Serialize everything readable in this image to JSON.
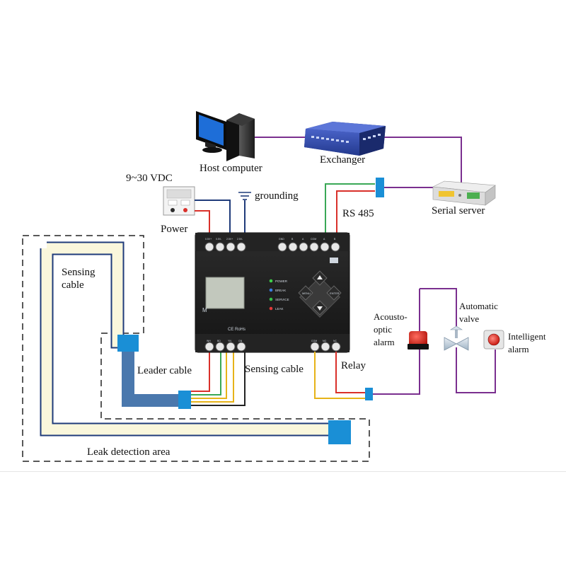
{
  "labels": {
    "host_computer": "Host computer",
    "exchanger": "Exchanger",
    "serial_server": "Serial server",
    "voltage": "9~30 VDC",
    "power": "Power",
    "grounding": "grounding",
    "rs485": "RS 485",
    "sensing_cable_left_1": "Sensing",
    "sensing_cable_left_2": "cable",
    "leader_cable": "Leader cable",
    "sensing_cable": "Sensing cable",
    "relay": "Relay",
    "acousto_1": "Acousto-",
    "acousto_2": "optic",
    "acousto_3": "alarm",
    "valve_1": "Automatic",
    "valve_2": "valve",
    "intelligent_1": "Intelligent",
    "intelligent_2": "alarm",
    "leak_area": "Leak detection area"
  },
  "device": {
    "model_letter": "M",
    "ce_mark": "CE RoHs",
    "leds": [
      "POWER",
      "BREAK",
      "SERVICE",
      "LEAK"
    ],
    "led_colors": [
      "#3ecf4a",
      "#3a7be0",
      "#35c04a",
      "#e03a3a"
    ],
    "buttons": [
      "MENU",
      "ENTER"
    ],
    "top_terminals_left": [
      "0.5V+",
      "0.5V-",
      "2.5V+",
      "2.5V-"
    ],
    "top_terminals_right": [
      "GND",
      "B",
      "A",
      "COM",
      "A",
      "B"
    ],
    "bottom_terminals_left": [
      "WH",
      "BD",
      "YN",
      "GN"
    ],
    "bottom_terminals_right": [
      "COM",
      "NO",
      "NC"
    ]
  },
  "colors": {
    "wire_red": "#d9302a",
    "wire_green": "#3aa856",
    "wire_yellow": "#e7b318",
    "wire_navy": "#1f3b7a",
    "wire_purple": "#7a2f8f",
    "wire_black": "#222222",
    "connector_blue": "#1a8fd6",
    "leader_blue": "#3d6fa8",
    "sensing_fill": "#faf7dc"
  }
}
